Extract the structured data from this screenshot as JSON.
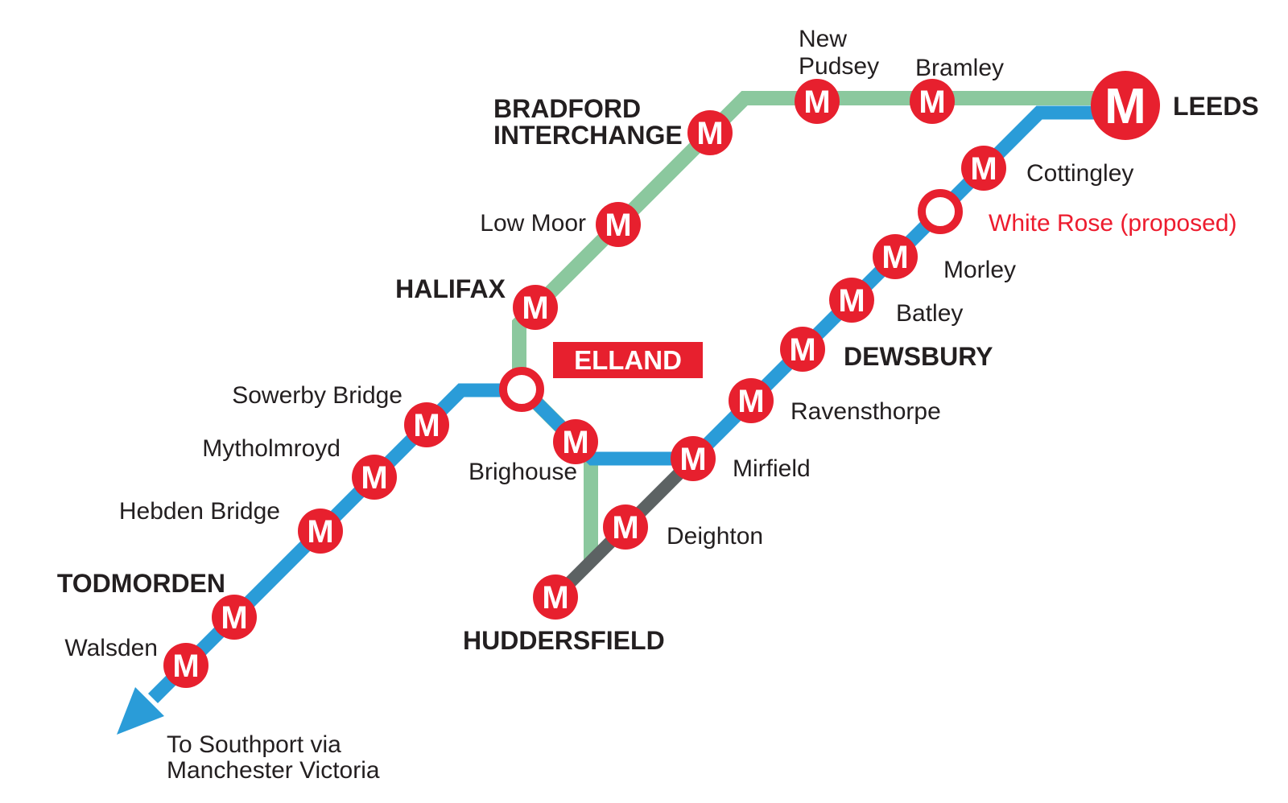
{
  "colors": {
    "bg": "#ffffff",
    "line-green": "#8BC89E",
    "line-blue": "#2A9CD8",
    "line-grey": "#5C6263",
    "marker-red": "#E7202E",
    "marker-letter": "#ffffff",
    "label-black": "#231F20",
    "proposed-red": "#ED1C2E"
  },
  "m_symbol": "M",
  "stations": {
    "leeds": {
      "label": "LEEDS"
    },
    "bramley": {
      "label": "Bramley"
    },
    "new_pudsey": {
      "label_line1": "New",
      "label_line2": "Pudsey"
    },
    "bradford_interchange": {
      "label_line1": "BRADFORD",
      "label_line2": "INTERCHANGE"
    },
    "low_moor": {
      "label": "Low Moor"
    },
    "halifax": {
      "label": "HALIFAX"
    },
    "elland": {
      "label": "ELLAND"
    },
    "sowerby_bridge": {
      "label": "Sowerby Bridge"
    },
    "mytholmroyd": {
      "label": "Mytholmroyd"
    },
    "hebden_bridge": {
      "label": "Hebden Bridge"
    },
    "todmorden": {
      "label": "TODMORDEN"
    },
    "walsden": {
      "label": "Walsden"
    },
    "brighouse": {
      "label": "Brighouse"
    },
    "mirfield": {
      "label": "Mirfield"
    },
    "deighton": {
      "label": "Deighton"
    },
    "huddersfield": {
      "label": "HUDDERSFIELD"
    },
    "ravensthorpe": {
      "label": "Ravensthorpe"
    },
    "dewsbury": {
      "label": "DEWSBURY"
    },
    "batley": {
      "label": "Batley"
    },
    "morley": {
      "label": "Morley"
    },
    "white_rose": {
      "label": "White Rose (proposed)"
    },
    "cottingley": {
      "label": "Cottingley"
    }
  },
  "annotations": {
    "continuation_line1": "To Southport via",
    "continuation_line2": "Manchester Victoria"
  }
}
